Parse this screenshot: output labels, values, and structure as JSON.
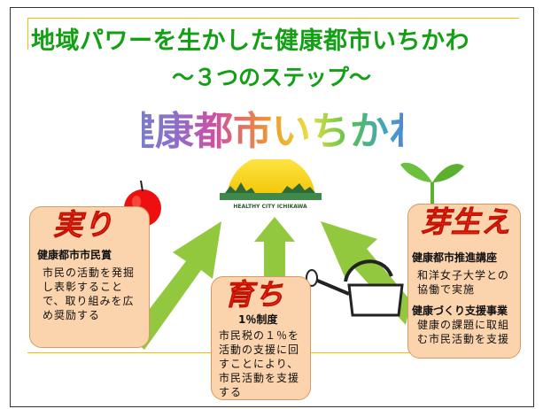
{
  "slide": {
    "title": "地域パワーを生かした健康都市いちかわ",
    "subtitle": "～３つのステップ～",
    "logo_text": "健康都市いちかわ",
    "emblem_text": "HEALTHY CITY ICHIKAWA"
  },
  "cards": {
    "harvest": {
      "title": "実り",
      "subhead": "健康都市市民賞",
      "body": "市民の活動を発掘し表彰することで、取り組みを広め奨励する"
    },
    "grow": {
      "title": "育ち",
      "subhead": "1％制度",
      "body": "市民税の１％を活動の支援に回すことにより、市民活動を支援する"
    },
    "sprout": {
      "title": "芽生え",
      "subhead1": "健康都市推進講座",
      "body1": "和洋女子大学との協働で実施",
      "subhead2": "健康づくり支援事業",
      "body2": "健康の課題に取組む市民活動を支援"
    }
  },
  "colors": {
    "title_green": "#13a014",
    "arrow_green": "#92c83e",
    "card_bg": "#fbd3ad",
    "card_title_red": "#ff3020",
    "accent_yellow": "#f2c200"
  },
  "icons": [
    "apple-icon",
    "sprout-icon",
    "watering-can-icon",
    "sun-emblem-icon"
  ]
}
